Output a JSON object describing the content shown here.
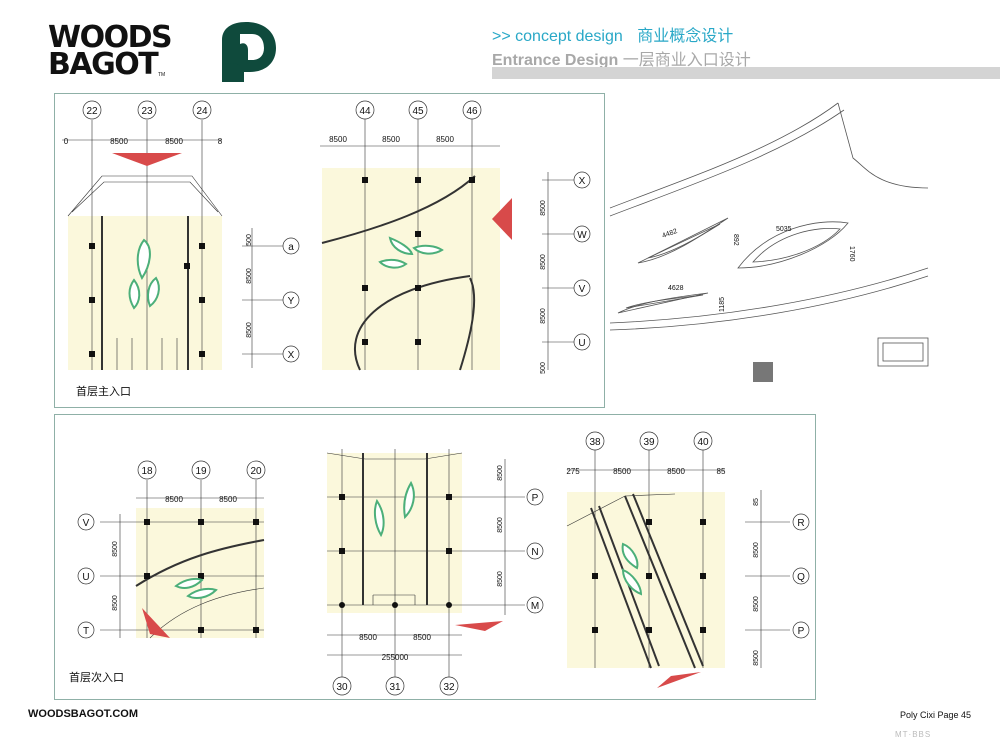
{
  "brand": {
    "logo_line1": "WOODS",
    "logo_line2": "BAGOT",
    "tm": "TM",
    "website": "WOODSBAGOT.COM"
  },
  "header": {
    "prefix": ">>",
    "title_en": "concept design",
    "title_cn": "商业概念设计",
    "subtitle_en": "Entrance Design",
    "subtitle_cn": "一层商业入口设计"
  },
  "panels": {
    "main_entrance_label": "首层主入口",
    "secondary_entrance_label": "首层次入口"
  },
  "plan_a": {
    "grid": [
      "22",
      "23",
      "24"
    ],
    "dims": [
      "0",
      "8500",
      "8500",
      "8"
    ],
    "rows": [
      "a",
      "Y",
      "X"
    ],
    "row_dims": [
      "500",
      "8500",
      "8500"
    ]
  },
  "plan_b": {
    "grid": [
      "44",
      "45",
      "46"
    ],
    "dims": [
      "8500",
      "8500",
      "8500"
    ],
    "rows": [
      "X",
      "W",
      "V",
      "U"
    ],
    "row_dims": [
      "8500",
      "8500",
      "8500",
      "500"
    ]
  },
  "plan_c": {
    "dims": [
      "4482",
      "5035",
      "1760",
      "892",
      "4628",
      "1185"
    ]
  },
  "plan_d": {
    "grid": [
      "18",
      "19",
      "20"
    ],
    "dims": [
      "8500",
      "8500"
    ],
    "rows": [
      "V",
      "U",
      "T"
    ],
    "row_dims": [
      "8500",
      "8500"
    ]
  },
  "plan_e": {
    "grid": [
      "30",
      "31",
      "32"
    ],
    "dims": [
      "8500",
      "8500",
      "255000"
    ],
    "rows": [
      "P",
      "N",
      "M"
    ],
    "row_dims": [
      "8500",
      "8500",
      "8500"
    ]
  },
  "plan_f": {
    "grid": [
      "38",
      "39",
      "40"
    ],
    "dims": [
      "275",
      "8500",
      "8500",
      "85"
    ],
    "rows": [
      "R",
      "Q",
      "P"
    ],
    "row_dims": [
      "85",
      "8500",
      "8500",
      "8500"
    ]
  },
  "footer": {
    "page": "Poly Cixi Page 45",
    "watermark": "MT·BBS"
  },
  "colors": {
    "accent": "#29a8c7",
    "logo_green": "#0f4a3c",
    "floor": "#fbf8dc",
    "arrow": "#d84a4a",
    "planter": "#4caf7a"
  }
}
